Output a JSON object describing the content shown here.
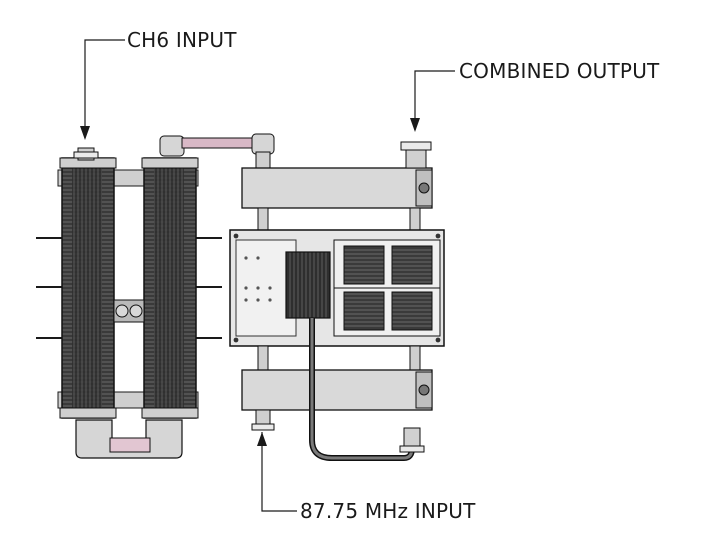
{
  "labels": {
    "ch6_input": "CH6 INPUT",
    "combined_output": "COMBINED OUTPUT",
    "fm_input": "87.75 MHz INPUT"
  },
  "colors": {
    "line": "#1a1a1a",
    "panel": "#d9d9d9",
    "panel_dark": "#b5b5b5",
    "filter_body": "#2b2b2b",
    "pipe": "#d8b8c6",
    "metal": "#c8c8c8"
  }
}
